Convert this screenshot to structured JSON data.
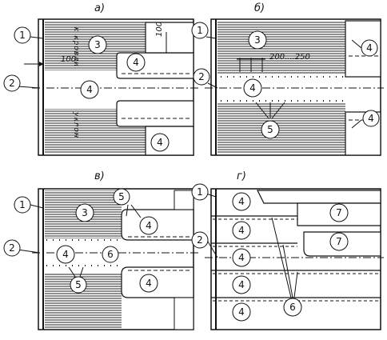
{
  "panels": {
    "a": {
      "letter": "а)",
      "callouts": [
        "1",
        "2",
        "3",
        "4",
        "4",
        "4"
      ],
      "dims": [
        "100",
        "100"
      ],
      "slope_top": "к кровли",
      "slope_bottom": "уклон"
    },
    "b": {
      "letter": "б)",
      "callouts": [
        "1",
        "2",
        "3",
        "4",
        "4",
        "4",
        "5"
      ],
      "dims": [
        "200....250"
      ]
    },
    "v": {
      "letter": "в)",
      "callouts": [
        "1",
        "2",
        "3",
        "4",
        "4",
        "4",
        "5",
        "5",
        "6"
      ]
    },
    "g": {
      "letter": "г)",
      "callouts": [
        "1",
        "2",
        "4",
        "4",
        "4",
        "4",
        "4",
        "7",
        "7",
        "6"
      ]
    }
  }
}
